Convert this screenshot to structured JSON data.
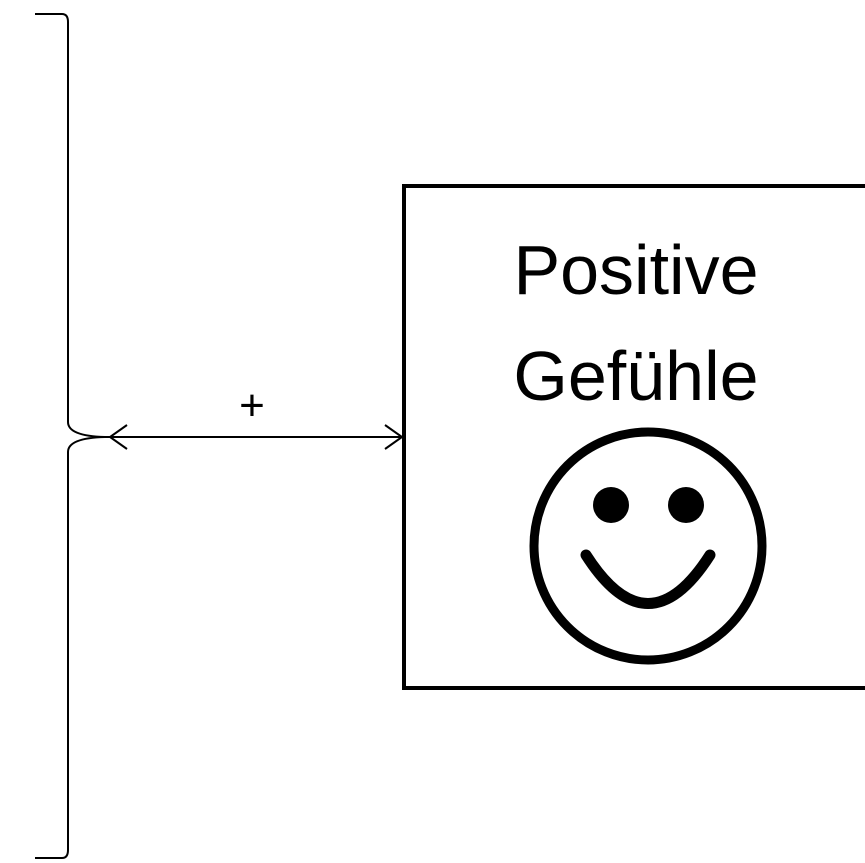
{
  "diagram": {
    "connector": {
      "sign": "+",
      "direction": "bidirectional"
    },
    "box": {
      "line1": "Positive",
      "line2": "Gefühle",
      "icon": "smiley-face-icon"
    },
    "colors": {
      "stroke": "#000000",
      "background": "#ffffff"
    }
  }
}
